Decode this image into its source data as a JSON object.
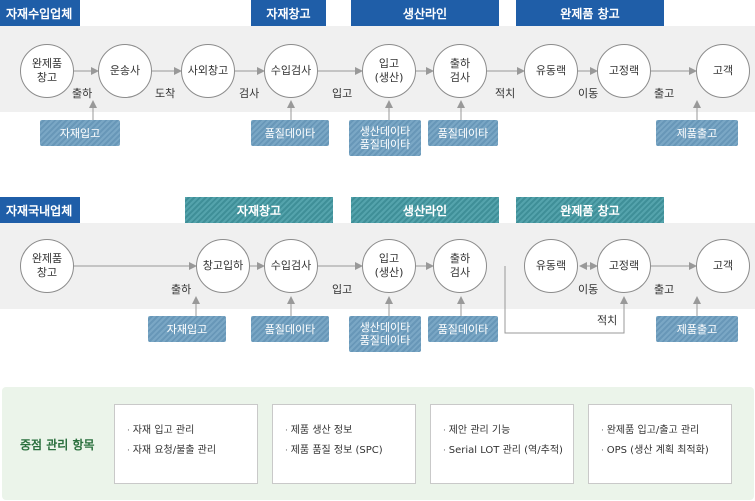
{
  "rows": [
    {
      "supplier_label": "자재수입업체",
      "stages": [
        {
          "label": "자재창고"
        },
        {
          "label": "생산라인"
        },
        {
          "label": "완제품 창고"
        }
      ],
      "nodes": [
        "완제품\n창고",
        "운송사",
        "사외창고",
        "수입검사",
        "입고\n(생산)",
        "출하\n검사",
        "유동랙",
        "고정랙",
        "고객"
      ],
      "edge_labels": [
        "출하",
        "도착",
        "검사",
        "입고",
        "적치",
        "이동",
        "출고"
      ],
      "tags": [
        "자재입고",
        "품질데이타",
        "생산데이타\n품질데이타",
        "품질데이타",
        "제품출고"
      ]
    },
    {
      "supplier_label": "자재국내업체",
      "stages": [
        {
          "label": "자재창고"
        },
        {
          "label": "생산라인"
        },
        {
          "label": "완제품 창고"
        }
      ],
      "nodes": [
        "완제품\n창고",
        "창고입하",
        "수입검사",
        "입고\n(생산)",
        "출하\n검사",
        "유동랙",
        "고정랙",
        "고객"
      ],
      "edge_labels": [
        "출하",
        "입고",
        "이동",
        "출고",
        "적치"
      ],
      "tags": [
        "자재입고",
        "품질데이타",
        "생산데이타\n품질데이타",
        "품질데이타",
        "제품출고"
      ]
    }
  ],
  "summary": {
    "title": "중점 관리 항목",
    "boxes": [
      {
        "items": [
          "자재 입고 관리",
          "자재 요청/불출 관리"
        ]
      },
      {
        "items": [
          "제품 생산 정보",
          "제품 품질 정보 (SPC)"
        ]
      },
      {
        "items": [
          "제안 관리 기능",
          "Serial LOT 관리 (역/추적)"
        ]
      },
      {
        "items": [
          "완제품 입고/출고 관리",
          "OPS (생산 계획 최적화)"
        ]
      }
    ]
  },
  "colors": {
    "blue": "#1f5ea8",
    "teal": "#48999f",
    "tag": "#7aa7c5",
    "band": "#f0f0f0",
    "summary_bg": "#ebf4ea"
  }
}
